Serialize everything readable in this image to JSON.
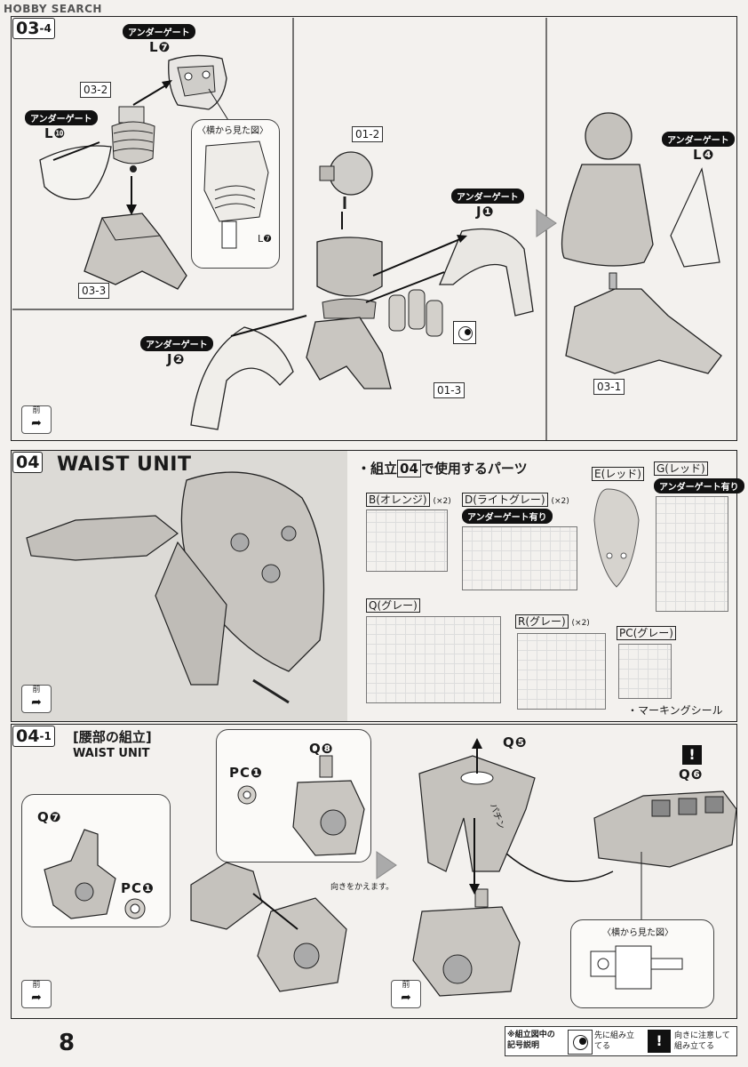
{
  "header": {
    "logo_text": "HOBBY SEARCH"
  },
  "step_03_4": {
    "step_main": "03",
    "step_sub": "4",
    "under_gate": "アンダーゲート",
    "labels": {
      "l7": "L❼",
      "l10": "L❿",
      "ref_03_2": "03-2",
      "ref_03_3": "03-3",
      "ref_01_2": "01-2",
      "ref_01_3": "01-3",
      "ref_03_1": "03-1",
      "j1": "J❶",
      "j2": "J❷",
      "l4": "L❹",
      "side_view_title": "〈横から見た図〉",
      "side_view_part": "L❼"
    },
    "front": "前"
  },
  "step_04": {
    "step": "04",
    "title": "WAIST UNIT",
    "parts_heading_prefix": "・組立",
    "parts_heading_step": "04",
    "parts_heading_suffix": "で使用するパーツ",
    "runners": [
      {
        "id": "B",
        "name": "B(オレンジ)",
        "qty": "(×2)"
      },
      {
        "id": "D",
        "name": "D(ライトグレー)",
        "qty": "(×2)",
        "note": "アンダーゲート有り"
      },
      {
        "id": "E",
        "name": "E(レッド)"
      },
      {
        "id": "G",
        "name": "G(レッド)",
        "note": "アンダーゲート有り"
      },
      {
        "id": "Q",
        "name": "Q(グレー)"
      },
      {
        "id": "R",
        "name": "R(グレー)",
        "qty": "(×2)"
      },
      {
        "id": "PC",
        "name": "PC(グレー)"
      }
    ],
    "marking_seal": "・マーキングシール",
    "front": "前"
  },
  "step_04_1": {
    "step_main": "04",
    "step_sub": "1",
    "title_jp": "[腰部の組立]",
    "title_en": "WAIST UNIT",
    "labels": {
      "q7": "Q❼",
      "pc1a": "PC❶",
      "q8": "Q❽",
      "pc1b": "PC❶",
      "q5": "Q❺",
      "q6": "Q❻",
      "pachin": "パチン",
      "turn_note": "向きをかえます。",
      "side_view_title": "〈横から見た図〉"
    },
    "front_left": "前",
    "front_right": "前"
  },
  "footer": {
    "page_number": "8",
    "legend_title": "※組立図中の記号説明",
    "legend_1": "先に組み立てる",
    "legend_2": "向きに注意して組み立てる",
    "caution_mark": "!"
  }
}
